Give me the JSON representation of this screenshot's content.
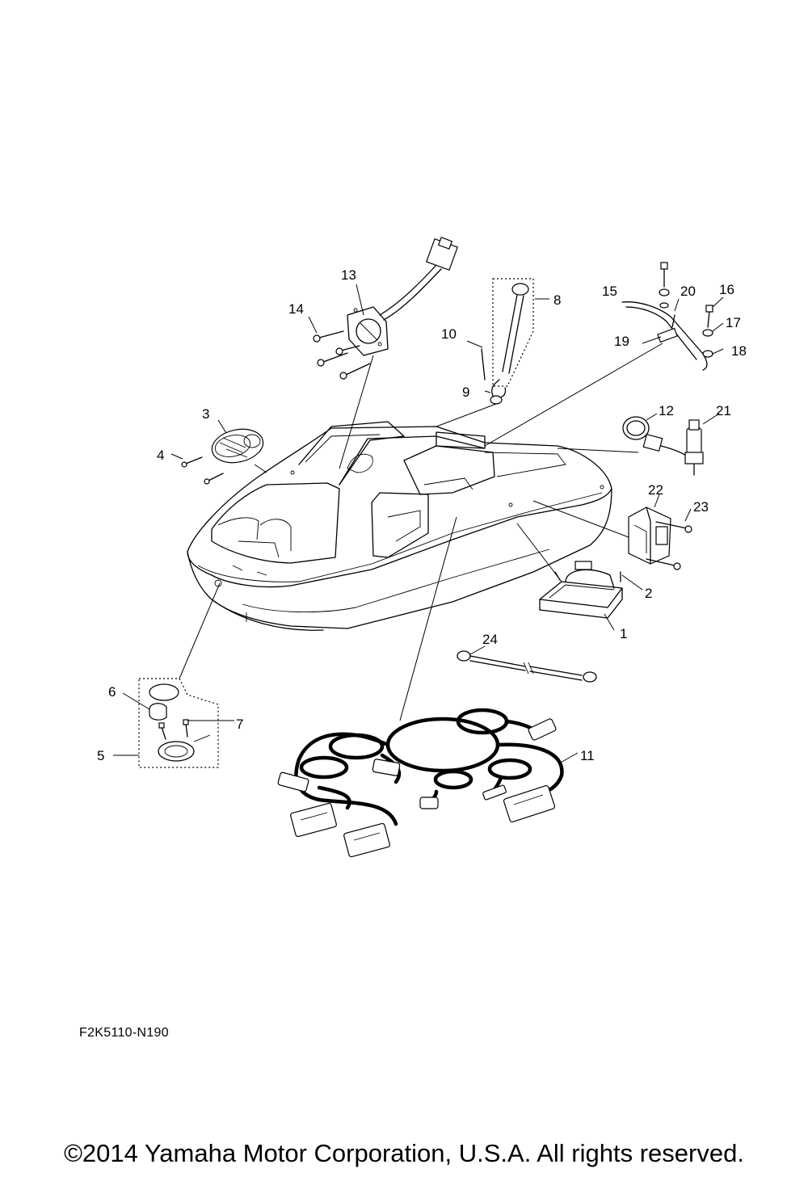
{
  "figure_code": "F2K5110-N190",
  "copyright": "©2014 Yamaha Motor Corporation, U.S.A. All rights reserved.",
  "callouts": [
    "1",
    "2",
    "3",
    "4",
    "5",
    "6",
    "7",
    "8",
    "9",
    "10",
    "11",
    "12",
    "13",
    "14",
    "15",
    "16",
    "17",
    "18",
    "19",
    "20",
    "21",
    "22",
    "23",
    "24"
  ]
}
